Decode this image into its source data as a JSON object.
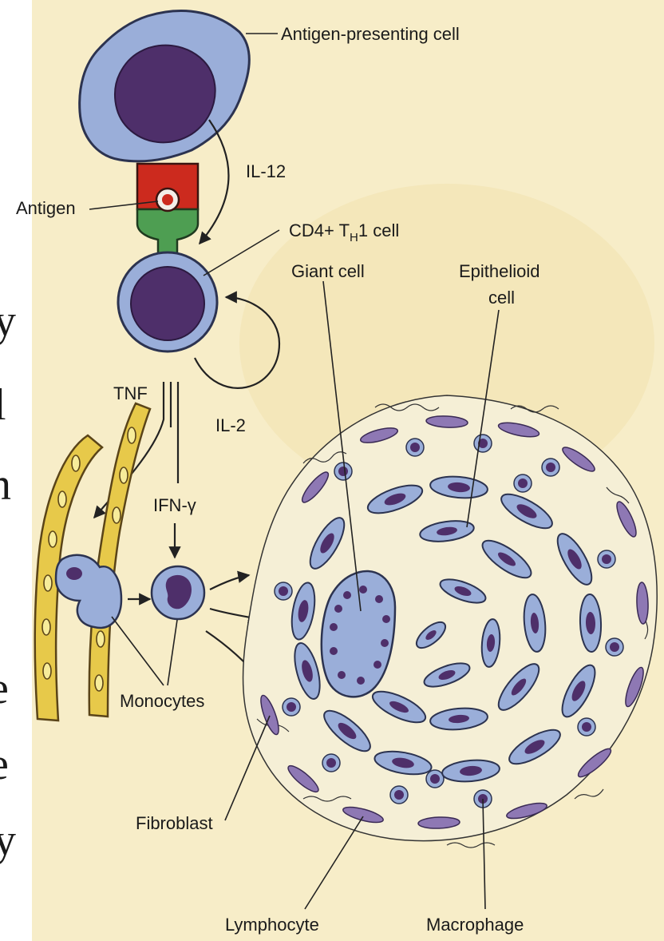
{
  "labels": {
    "apc": "Antigen-presenting cell",
    "il12": "IL-12",
    "antigen": "Antigen",
    "cd4_prefix": "CD4+ T",
    "cd4_sub": "H",
    "cd4_suffix": "1 cell",
    "giant_cell": "Giant cell",
    "epithelioid_1": "Epithelioid",
    "epithelioid_2": "cell",
    "tnf": "TNF",
    "il2": "IL-2",
    "ifn": "IFN-γ",
    "monocytes": "Monocytes",
    "fibroblast": "Fibroblast",
    "lymphocyte": "Lymphocyte",
    "macrophage": "Macrophage"
  },
  "edge_text": [
    "y",
    "l",
    "n",
    "e",
    "e",
    "y"
  ],
  "colors": {
    "background": "#f7edc8",
    "cell_fill": "#9aaed9",
    "cell_stroke": "#2c3350",
    "nucleus": "#4e2f6a",
    "fibroblast": "#8e78b4",
    "mhc": "#cc2a1e",
    "tcr": "#4e9e52",
    "vessel": "#e7c94a",
    "vessel_stroke": "#5a4418"
  }
}
